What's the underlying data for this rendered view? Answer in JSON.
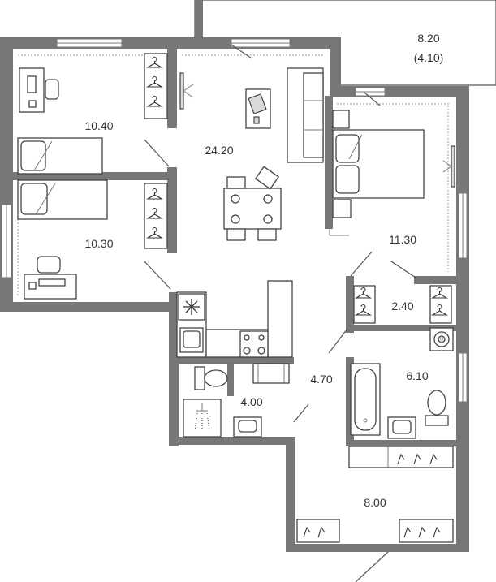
{
  "rooms": {
    "balcony": {
      "area": "8.20",
      "note": "(4.10)"
    },
    "bedroom_1": {
      "area": "10.40"
    },
    "bedroom_2": {
      "area": "10.30"
    },
    "living": {
      "area": "24.20"
    },
    "master": {
      "area": "11.30"
    },
    "closet": {
      "area": "2.40"
    },
    "bath": {
      "area": "6.10"
    },
    "hall": {
      "area": "4.70"
    },
    "wc": {
      "area": "4.00"
    },
    "entry": {
      "area": "8.00"
    }
  },
  "icons": {
    "wardrobe": "hanger-icon",
    "fridge": "snowflake-icon",
    "cooktop": "stove-icon",
    "shower": "shower-icon",
    "washer": "washing-machine-icon",
    "tv": "tv-icon"
  },
  "colors": {
    "wall": "#777777",
    "line": "#555555",
    "text": "#333333"
  }
}
